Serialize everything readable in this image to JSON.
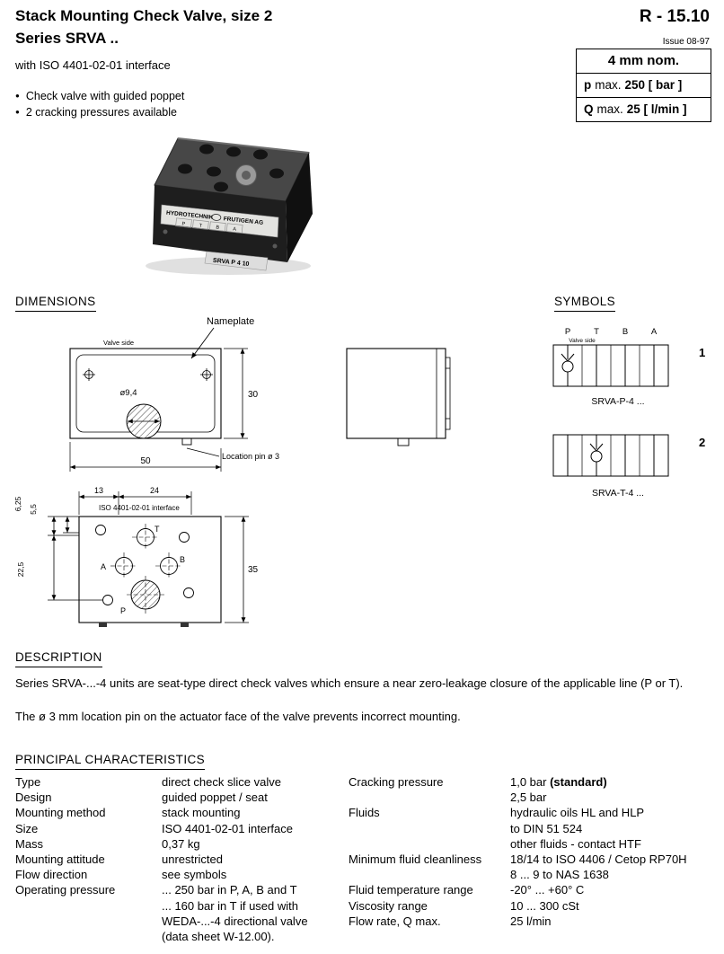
{
  "header": {
    "title_line1": "Stack Mounting Check Valve, size 2",
    "title_line2": "Series SRVA ..",
    "subtitle": "with ISO 4401-02-01 interface",
    "bullet1": "Check valve with guided poppet",
    "bullet2": "2 cracking pressures available",
    "doc_number": "R - 15.10",
    "issue": "Issue 08-97"
  },
  "spec_box": {
    "nominal": "4 mm nom.",
    "p_symbol": "p",
    "p_mid": "max.",
    "p_value": "250 [ bar ]",
    "q_symbol": "Q",
    "q_mid": "max.",
    "q_value": "25 [ l/min ]"
  },
  "photo": {
    "brand_left": "HYDROTECHNIK",
    "brand_right": "FRUTIGEN AG",
    "ports": [
      "P",
      "T",
      "B",
      "A"
    ],
    "model": "SRVA P 4 10"
  },
  "dimensions": {
    "heading": "DIMENSIONS",
    "top_view": {
      "nameplate": "Nameplate",
      "valve_side": "Valve side",
      "hole_dia": "ø9,4",
      "height": "30",
      "width": "50",
      "location_pin": "Location pin ø 3"
    },
    "interface_view": {
      "dim_13": "13",
      "dim_24": "24",
      "dim_625": "6,25",
      "dim_55": "5,5",
      "dim_225": "22,5",
      "dim_35": "35",
      "iso_label": "ISO 4401-02-01 interface",
      "port_t": "T",
      "port_a": "A",
      "port_b": "B",
      "port_p": "P"
    }
  },
  "symbols": {
    "heading": "SYMBOLS",
    "port_p": "P",
    "port_t": "T",
    "port_b": "B",
    "port_a": "A",
    "valve_side": "Valve side",
    "sym1_number": "1",
    "sym1_caption": "SRVA-P-4 ...",
    "sym2_number": "2",
    "sym2_caption": "SRVA-T-4 ..."
  },
  "description": {
    "heading": "DESCRIPTION",
    "para1": "Series SRVA-...-4 units are seat-type direct check valves which ensure a near zero-leakage closure of the applicable line (P or T).",
    "para2": "The ø 3 mm location pin on the actuator face of the valve prevents incorrect mounting."
  },
  "characteristics": {
    "heading": "PRINCIPAL CHARACTERISTICS",
    "left": [
      {
        "label": "Type",
        "value": "direct check slice valve"
      },
      {
        "label": "Design",
        "value": "guided poppet / seat"
      },
      {
        "label": "Mounting method",
        "value": "stack mounting"
      },
      {
        "label": "Size",
        "value": "ISO 4401-02-01 interface"
      },
      {
        "label": "Mass",
        "value": "0,37 kg"
      },
      {
        "label": "Mounting attitude",
        "value": "unrestricted"
      },
      {
        "label": "Flow direction",
        "value": "see symbols"
      },
      {
        "label": "Operating pressure",
        "value": "... 250 bar in P, A, B and T"
      },
      {
        "label": "",
        "value": "... 160 bar in T if used with"
      },
      {
        "label": "",
        "value": "WEDA-...-4 directional valve"
      },
      {
        "label": "",
        "value": "(data sheet W-12.00)."
      }
    ],
    "right": [
      {
        "label": "Cracking pressure",
        "value": "1,0 bar ",
        "value_bold": "(standard)"
      },
      {
        "label": "",
        "value": "2,5 bar"
      },
      {
        "label": "Fluids",
        "value": "hydraulic oils HL and HLP"
      },
      {
        "label": "",
        "value": "to DIN 51 524"
      },
      {
        "label": "",
        "value": "other fluids - contact HTF"
      },
      {
        "label": "Minimum fluid cleanliness",
        "value": "18/14 to ISO 4406 / Cetop RP70H"
      },
      {
        "label": "",
        "value": "8 ... 9 to NAS 1638"
      },
      {
        "label": "Fluid temperature range",
        "value": "-20° ... +60° C"
      },
      {
        "label": "Viscosity range",
        "value": "10 ... 300 cSt"
      },
      {
        "label": "Flow rate, Q max.",
        "value": "25 l/min"
      }
    ]
  }
}
